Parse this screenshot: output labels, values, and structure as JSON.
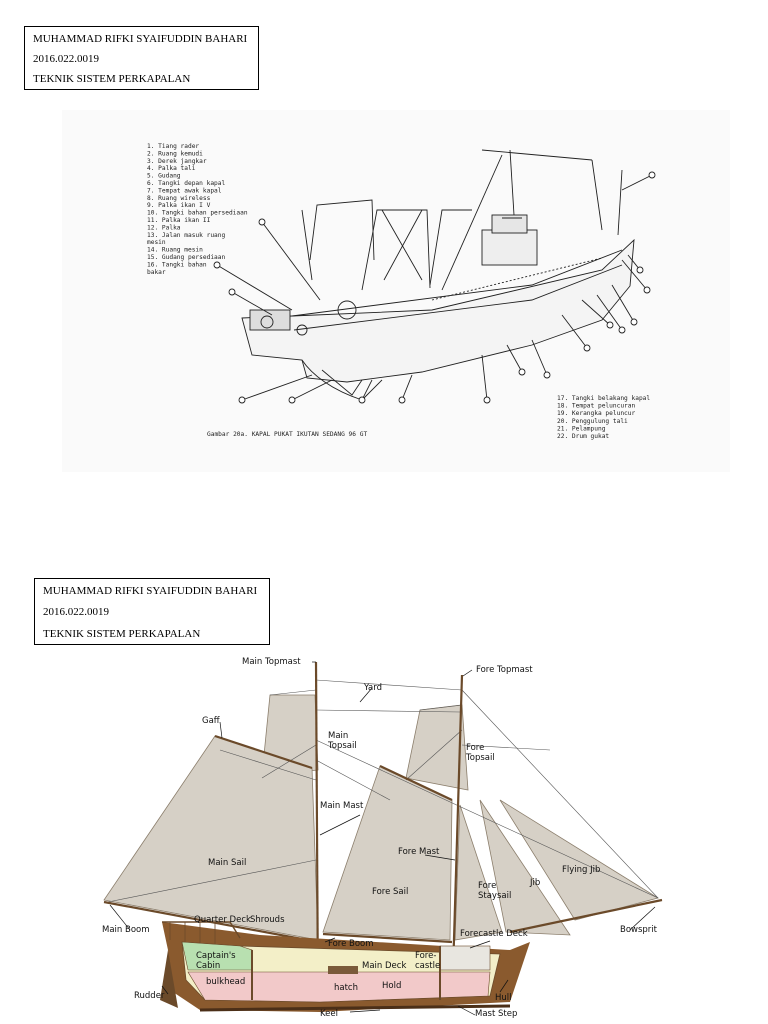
{
  "header_top": {
    "name": "MUHAMMAD RIFKI SYAIFUDDIN BAHARI",
    "id": "2016.022.0019",
    "program": "TEKNIK SISTEM PERKAPALAN"
  },
  "header_bottom": {
    "name": "MUHAMMAD RIFKI SYAIFUDDIN BAHARI",
    "id": "2016.022.0019",
    "program": "TEKNIK SISTEM PERKAPALAN"
  },
  "figure1": {
    "legend_left": [
      "1. Tiang rader",
      "2. Ruang kemudi",
      "3. Derek jangkar",
      "4. Palka tali",
      "5. Gudang",
      "6. Tangki depan kapal",
      "7. Tempat awak kapal",
      "8. Ruang wireless",
      "9. Palka ikan I V",
      "10. Tangki bahan persediaan",
      "11. Palka ikan II",
      "12. Palka",
      "13. Jalan masuk ruang",
      "    mesin",
      "14. Ruang mesin",
      "15. Gudang persediaan",
      "16. Tangki bahan",
      "    bakar"
    ],
    "legend_right": [
      "17. Tangki belakang kapal",
      "18. Tempat peluncuran",
      "19. Kerangka peluncur",
      "20. Penggulung tali",
      "21. Pelampung",
      "22. Drum gukat"
    ],
    "caption": "Gambar 20a. KAPAL PUKAT IKUTAN SEDANG 96 GT"
  },
  "figure2": {
    "labels": {
      "main_topmast": "Main Topmast",
      "fore_topmast": "Fore Topmast",
      "yard": "Yard",
      "gaff": "Gaff",
      "main_topsail": [
        "Main",
        "Topsail"
      ],
      "fore_topsail": [
        "Fore",
        "Topsail"
      ],
      "main_mast": "Main Mast",
      "fore_mast": "Fore Mast",
      "main_sail": "Main Sail",
      "fore_sail": "Fore Sail",
      "fore_staysail": [
        "Fore",
        "Staysail"
      ],
      "jib": "Jib",
      "flying_jib": "Flying Jib",
      "quarter_deck": "Quarter Deck",
      "shrouds": "Shrouds",
      "main_boom": "Main Boom",
      "fore_boom": "Fore Boom",
      "forecastle_deck": "Forecastle Deck",
      "bowsprit": "Bowsprit",
      "captains_cabin": [
        "Captain's",
        "Cabin"
      ],
      "main_deck": "Main Deck",
      "forecastle": [
        "Fore-",
        "castle"
      ],
      "bulkhead": "bulkhead",
      "hatch": "hatch",
      "hold": "Hold",
      "rudder": "Rudder",
      "hull": "Hull",
      "keel": "Keel",
      "mast_step": "Mast Step"
    },
    "colors": {
      "sail": "#d6d0c6",
      "hull": "#8a5a2e",
      "cabin": "#b8e0b0",
      "main_deck_fill": "#f3efc8",
      "hold_fill": "#f2c9c9",
      "cabin_text": "#2e8b2e",
      "deck_text": "#7a8a00",
      "hold_text": "#8b1a1a"
    }
  }
}
